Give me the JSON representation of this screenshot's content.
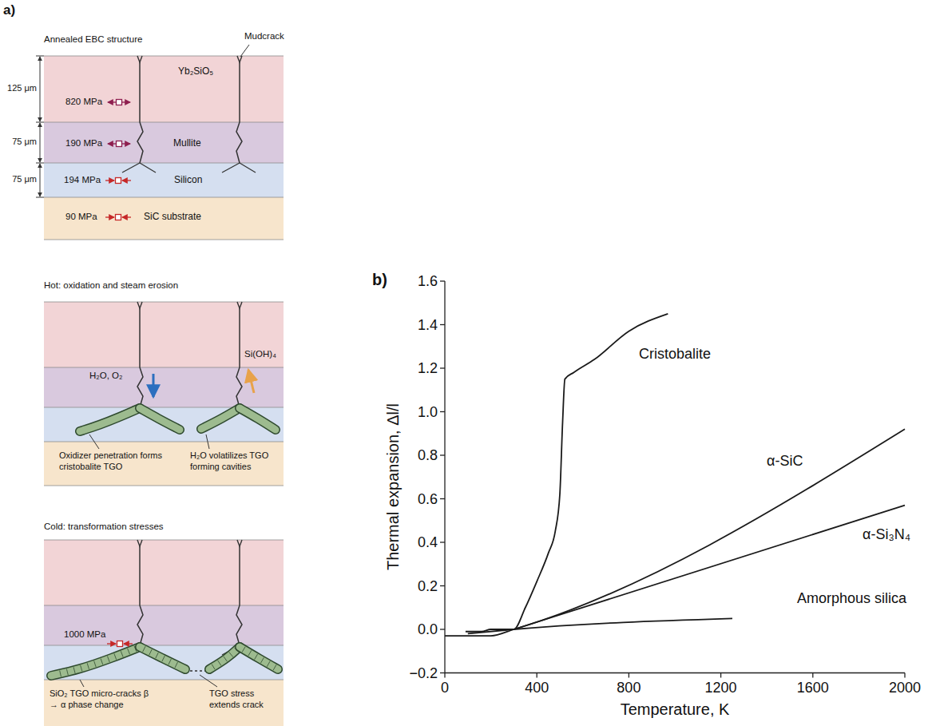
{
  "diagram": {
    "nodes": [
      {
        "text": [
          "820 MPa",
          "Yb₂SiO₅"
        ]
      },
      {
        "text": [
          "190 MPa",
          "Mullite"
        ]
      },
      {
        "text": [
          "194 MPa",
          "Silicon"
        ]
      },
      {
        "text": [
          "90 MPa",
          "SiC substrate"
        ]
      }
    ],
    "labels": [
      "a)",
      "Annealed EBC structure",
      "Mudcrack",
      "125 μm",
      "75 μm",
      "75 μm",
      "Hot: oxidation and steam erosion",
      "H₂O, O₂",
      "Si(OH)₄",
      "Oxidizer penetration forms cristobalite TGO",
      "H₂O volatilizes TGO forming cavities",
      "Cold: transformation stresses",
      "1000 MPa",
      "SiO₂ TGO micro-cracks β → α phase change",
      "TGO stress extends crack",
      "b)",
      "1.6",
      "1.4",
      "1.2",
      "1.0",
      "0.8",
      "0.6",
      "0.4",
      "0.2",
      "0.0",
      "−0.2",
      "0",
      "400",
      "800",
      "1200",
      "1600",
      "2000",
      "Cristobalite",
      "α-SiC",
      "α-Si₃N₄",
      "Amorphous silica",
      "Thermal expansion, Δl/l",
      "Temperature, K"
    ]
  }
}
